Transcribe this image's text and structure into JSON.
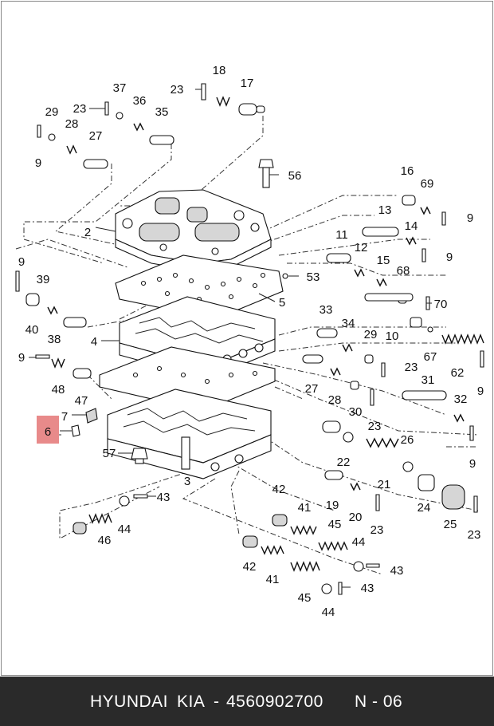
{
  "footer": {
    "brand": "HYUNDAI",
    "make": "KIA",
    "sep": "-",
    "part_number": "4560902700",
    "ref": "N - 06"
  },
  "highlight": {
    "label": "6",
    "color": "#e88a8a"
  },
  "callouts": [
    "2",
    "3",
    "4",
    "5",
    "7",
    "9",
    "10",
    "11",
    "12",
    "13",
    "14",
    "15",
    "16",
    "17",
    "18",
    "19",
    "20",
    "21",
    "22",
    "23",
    "24",
    "25",
    "26",
    "27",
    "28",
    "29",
    "30",
    "31",
    "32",
    "33",
    "34",
    "35",
    "36",
    "37",
    "38",
    "39",
    "40",
    "41",
    "42",
    "43",
    "44",
    "45",
    "46",
    "47",
    "48",
    "53",
    "56",
    "57",
    "62",
    "67",
    "68",
    "69",
    "70"
  ]
}
